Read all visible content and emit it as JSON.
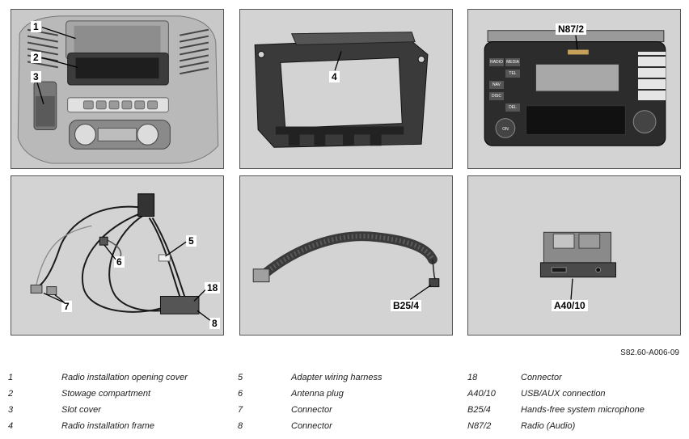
{
  "reference_code": "S82.60-A006-09",
  "panels": {
    "dashboard": {
      "callouts": [
        "1",
        "2",
        "3"
      ]
    },
    "frame": {
      "callouts": [
        "4"
      ]
    },
    "radio": {
      "callouts": [
        "N87/2"
      ],
      "buttons": [
        "RADIO",
        "MEDIA",
        "TEL",
        "NAV",
        "DISC",
        "DEL",
        "ON"
      ]
    },
    "harness": {
      "callouts": [
        "5",
        "6",
        "7",
        "18",
        "8"
      ]
    },
    "microphone": {
      "callouts": [
        "B25/4"
      ]
    },
    "usb": {
      "callouts": [
        "A40/10"
      ]
    }
  },
  "legend": [
    [
      {
        "code": "1",
        "desc": "Radio installation opening cover"
      },
      {
        "code": "2",
        "desc": "Stowage compartment"
      },
      {
        "code": "3",
        "desc": "Slot cover"
      },
      {
        "code": "4",
        "desc": "Radio installation frame"
      }
    ],
    [
      {
        "code": "5",
        "desc": "Adapter wiring harness"
      },
      {
        "code": "6",
        "desc": "Antenna plug"
      },
      {
        "code": "7",
        "desc": "Connector"
      },
      {
        "code": "8",
        "desc": "Connector"
      }
    ],
    [
      {
        "code": "18",
        "desc": "Connector"
      },
      {
        "code": "A40/10",
        "desc": "USB/AUX connection"
      },
      {
        "code": "B25/4",
        "desc": "Hands-free system microphone"
      },
      {
        "code": "N87/2",
        "desc": "Radio (Audio)"
      }
    ]
  ]
}
